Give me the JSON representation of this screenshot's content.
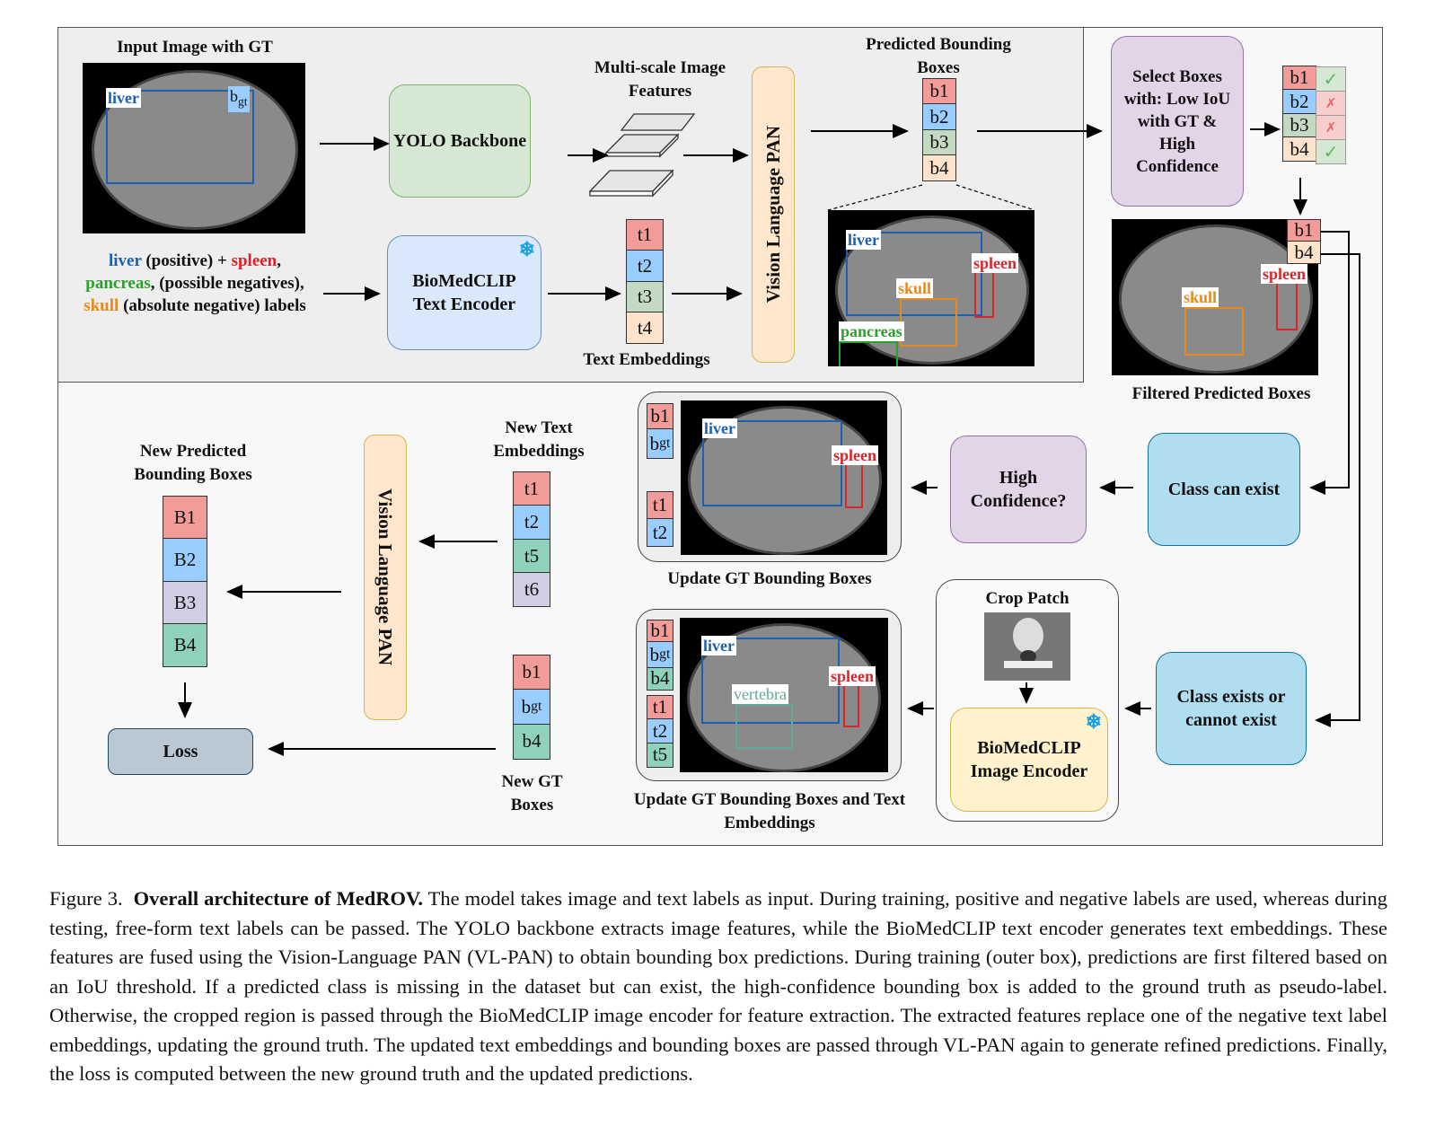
{
  "figure": {
    "inner_stage": {
      "input_image_title": "Input Image with GT",
      "input_labels": {
        "liver": "liver",
        "bgt_b": "b",
        "bgt_sub": "gt"
      },
      "text_labels_line": {
        "liver": "liver",
        "part1": " (positive) + ",
        "spleen": "spleen",
        "part2": ",",
        "pancreas": "pancreas",
        "part3": ", (possible negatives), ",
        "skull": "skull",
        "part4": " (absolute negative) labels"
      },
      "yolo_backbone": "YOLO Backbone",
      "text_encoder": "BioMedCLIP Text Encoder",
      "multiscale_title": "Multi-scale Image Features",
      "text_embeddings_title": "Text Embeddings",
      "text_embeddings": [
        "t1",
        "t2",
        "t3",
        "t4"
      ],
      "vl_pan": "Vision Language PAN",
      "predicted_title": "Predicted Bounding Boxes",
      "predicted_boxes": [
        "b1",
        "b2",
        "b3",
        "b4"
      ],
      "prediction_image_labels": {
        "liver": "liver",
        "spleen": "spleen",
        "skull": "skull",
        "pancreas": "pancreas"
      }
    },
    "selection": {
      "select_box": "Select Boxes with: Low IoU with GT & High Confidence",
      "results": [
        {
          "box": "b1",
          "status": "accepted",
          "mark": "✓"
        },
        {
          "box": "b2",
          "status": "rejected",
          "mark": "✗"
        },
        {
          "box": "b3",
          "status": "rejected",
          "mark": "✗"
        },
        {
          "box": "b4",
          "status": "accepted",
          "mark": "✓"
        }
      ],
      "filtered_boxes": [
        "b1",
        "b4"
      ],
      "filtered_image_labels": {
        "spleen": "spleen",
        "skull": "skull"
      },
      "filtered_title": "Filtered Predicted Boxes"
    },
    "branch_can_exist": {
      "class_box": "Class can exist",
      "decision": "High Confidence?",
      "update_title": "Update GT Bounding Boxes",
      "boxes": [
        "b1",
        "bgt"
      ],
      "texts": [
        "t1",
        "t2"
      ],
      "image_labels": {
        "liver": "liver",
        "spleen": "spleen"
      }
    },
    "branch_cannot_exist": {
      "class_box": "Class exists or cannot exist",
      "crop_title": "Crop Patch",
      "image_encoder": "BioMedCLIP Image Encoder",
      "update_title": "Update GT Bounding Boxes and Text Embeddings",
      "boxes": [
        "b1",
        "bgt",
        "b4"
      ],
      "texts": [
        "t1",
        "t2",
        "t5"
      ],
      "image_labels": {
        "liver": "liver",
        "spleen": "spleen",
        "vertebra": "vertebra"
      }
    },
    "second_pass": {
      "new_text_title": "New Text Embeddings",
      "new_texts": [
        "t1",
        "t2",
        "t5",
        "t6"
      ],
      "vl_pan": "Vision Language PAN",
      "new_pred_title": "New Predicted Bounding Boxes",
      "new_pred_boxes": [
        "B1",
        "B2",
        "B3",
        "B4"
      ],
      "new_gt_title": "New GT Boxes",
      "new_gt_boxes": [
        "b1",
        "bgt",
        "b4"
      ],
      "loss": "Loss"
    },
    "icons": {
      "frozen": "snowflake-icon"
    },
    "colors": {
      "liver": "#1f5fb0",
      "spleen": "#d9262b",
      "pancreas": "#2ca02c",
      "skull": "#e8891c",
      "vertebra": "#5fa89a"
    }
  },
  "caption": {
    "label": "Figure 3.",
    "title": "Overall architecture of MedROV.",
    "body": "The model takes image and text labels as input. During training, positive and negative labels are used, whereas during testing, free-form text labels can be passed. The YOLO backbone extracts image features, while the BioMedCLIP text encoder generates text embeddings. These features are fused using the Vision-Language PAN (VL-PAN) to obtain bounding box predictions. During training (outer box), predictions are first filtered based on an IoU threshold. If a predicted class is missing in the dataset but can exist, the high-confidence bounding box is added to the ground truth as pseudo-label. Otherwise, the cropped region is passed through the BioMedCLIP image encoder for feature extraction. The extracted features replace one of the negative text label embeddings, updating the ground truth. The updated text embeddings and bounding boxes are passed through VL-PAN again to generate refined predictions. Finally, the loss is computed between the new ground truth and the updated predictions."
  }
}
